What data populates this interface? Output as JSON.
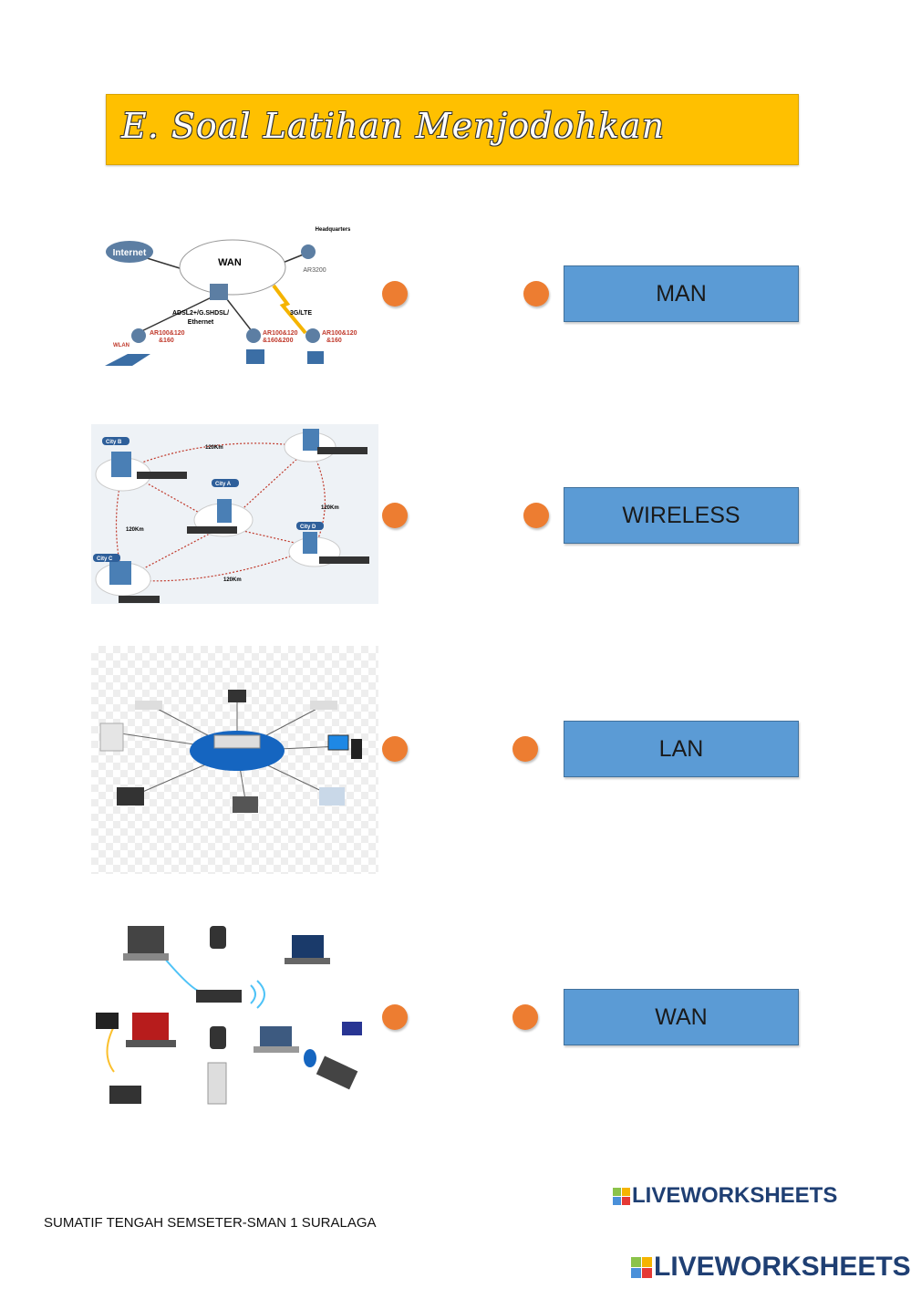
{
  "header": {
    "title": "E. Soal Latihan Menjodohkan"
  },
  "images": {
    "wan_diagram": {
      "internet": "Internet",
      "wan": "WAN",
      "hq": "Headquarters",
      "ar3200": "AR3200",
      "lte": "3G/LTE",
      "adsl": "ADSL2+/G.SHDSL/",
      "ethernet": "Ethernet",
      "ar1": "AR100&120",
      "ar1b": "&160",
      "ar2": "AR100&120",
      "ar2b": "&160&200",
      "ar3": "AR100&120",
      "ar3b": "&160",
      "wlan": "WLAN"
    },
    "man_diagram": {
      "city_a": "City A",
      "city_b": "City B",
      "city_c": "City C",
      "city_d": "City D",
      "distance": "120Km"
    }
  },
  "answers": [
    {
      "label": "MAN"
    },
    {
      "label": "WIRELESS"
    },
    {
      "label": "LAN"
    },
    {
      "label": "WAN"
    }
  ],
  "footer": {
    "text": "SUMATIF TENGAH SEMSETER-SMAN 1 SURALAGA"
  },
  "logo": {
    "text": "LIVEWORKSHEETS",
    "colors": [
      "#8BC34A",
      "#F5B400",
      "#4A90D9",
      "#E53935"
    ]
  }
}
